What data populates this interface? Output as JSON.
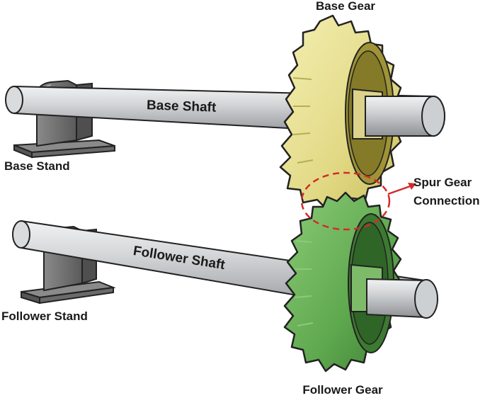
{
  "labels": {
    "base_gear": "Base Gear",
    "base_shaft": "Base Shaft",
    "base_stand": "Base Stand",
    "spur_gear_connection_line1": "Spur Gear",
    "spur_gear_connection_line2": "Connection",
    "follower_shaft": "Follower Shaft",
    "follower_stand": "Follower Stand",
    "follower_gear": "Follower Gear"
  },
  "colors": {
    "shaft": "#c9cccf",
    "stand": "#6f6f6f",
    "base_gear": "#e6df8e",
    "follower_gear": "#5ea84e",
    "connection_highlight": "#d42a2a"
  }
}
